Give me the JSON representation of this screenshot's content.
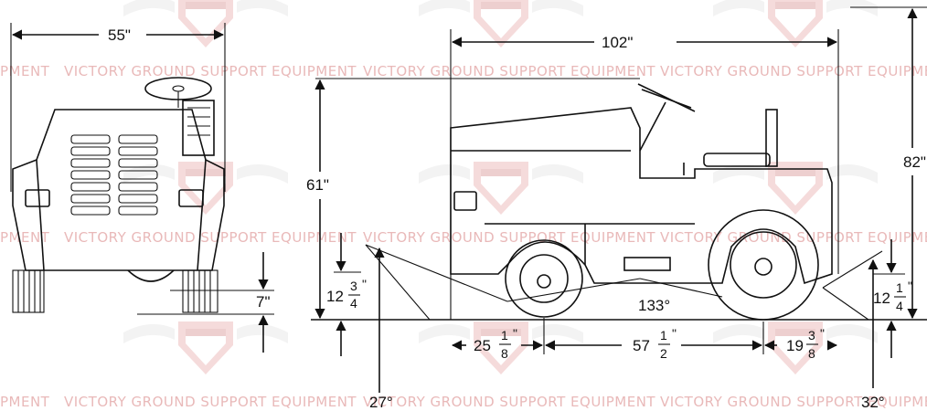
{
  "watermark": {
    "text": "VICTORY GROUND SUPPORT EQUIPMENT",
    "partial_left": "PMENT"
  },
  "dimensions": {
    "front_width": "55\"",
    "overall_length": "102\"",
    "steering_height": "61\"",
    "overall_height": "82\"",
    "front_clearance": "7\"",
    "front_overhang_height": {
      "whole": "12",
      "num": "3",
      "den": "4"
    },
    "rear_overhang_height": {
      "whole": "12",
      "num": "1",
      "den": "4"
    },
    "front_overhang": {
      "whole": "25",
      "num": "1",
      "den": "8"
    },
    "wheelbase": {
      "whole": "57",
      "num": "1",
      "den": "2"
    },
    "rear_overhang": {
      "whole": "19",
      "num": "3",
      "den": "8"
    },
    "ramp_angle": "133°",
    "approach_angle": "27°",
    "departure_angle": "32°"
  }
}
